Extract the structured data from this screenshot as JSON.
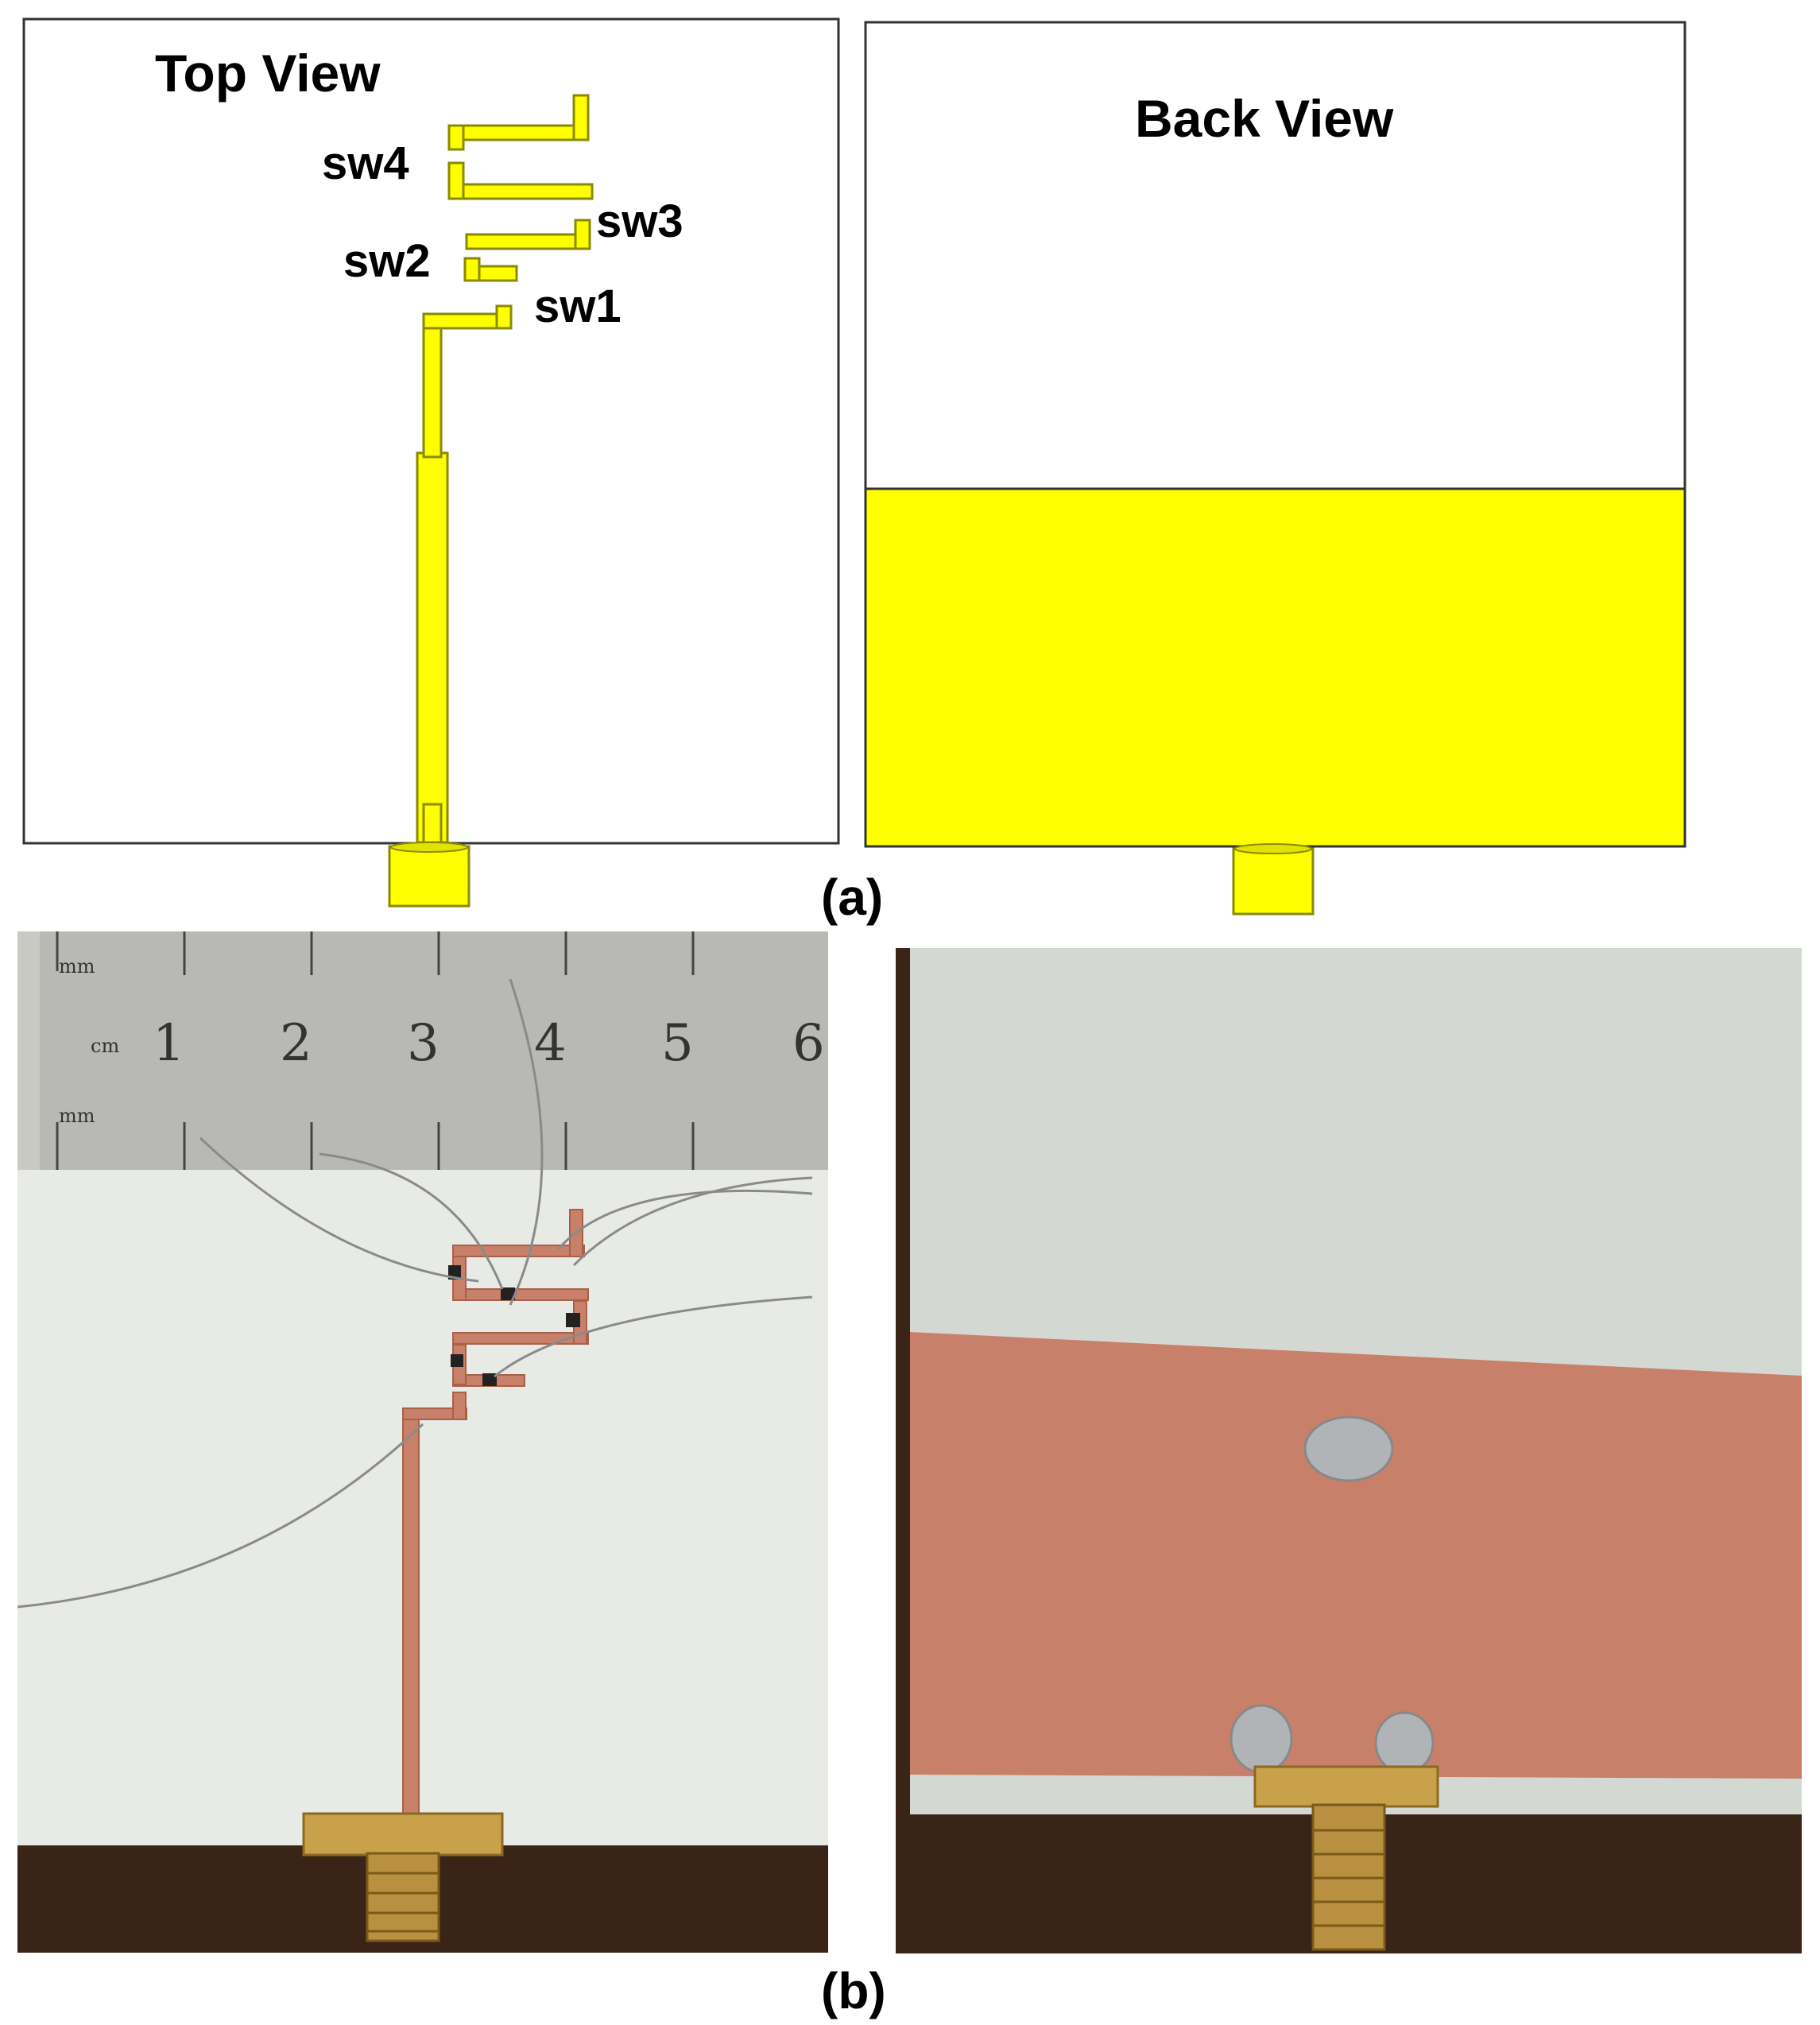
{
  "figure": {
    "top_view_label": "Top View",
    "back_view_label": "Back View",
    "switch_labels": [
      "sw1",
      "sw2",
      "sw3",
      "sw4"
    ],
    "caption_a": "(a)",
    "caption_b": "(b)",
    "ruler_unit_mm": "mm",
    "ruler_unit_cm": "cm",
    "ruler_numbers": [
      "1",
      "2",
      "3",
      "4",
      "5",
      "6"
    ]
  },
  "colors": {
    "copper_trace_sim": "#ffff00",
    "trace_outline": "#8a8a00",
    "copper_photo": "#c8806a",
    "substrate_photo": "#e8eae6",
    "wood": "#3a2418"
  }
}
